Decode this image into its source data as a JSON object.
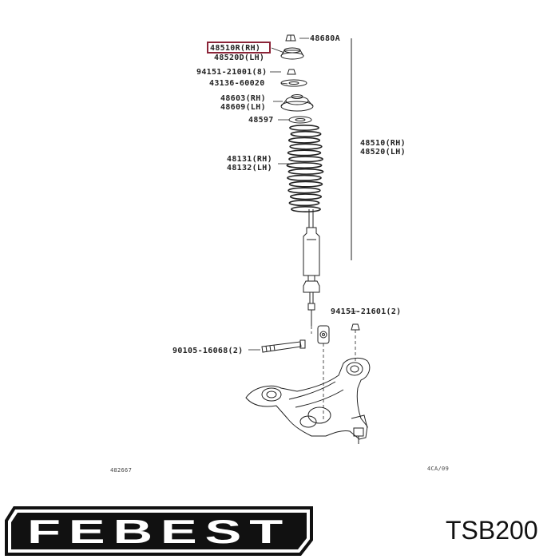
{
  "labels": {
    "l48680a": "48680A",
    "l48510rh": "48510R(RH)",
    "l48520d": "48520D(LH)",
    "l94151a": "94151-21001(8)",
    "l43136": "43136-60020",
    "l48603": "48603(RH)",
    "l48609": "48609(LH)",
    "l48597": "48597",
    "l48510": "48510(RH)",
    "l48520": "48520(LH)",
    "l48131": "48131(RH)",
    "l48132": "48132(LH)",
    "l94151b": "94151-21601(2)",
    "l90105": "90105-16068(2)",
    "l482667": "482667",
    "lcorner": "4CA/09"
  },
  "brand": {
    "logo_text": "FEBEST"
  },
  "part_number": "TSB200",
  "colors": {
    "highlight": "#8b2438",
    "line": "#222222"
  }
}
